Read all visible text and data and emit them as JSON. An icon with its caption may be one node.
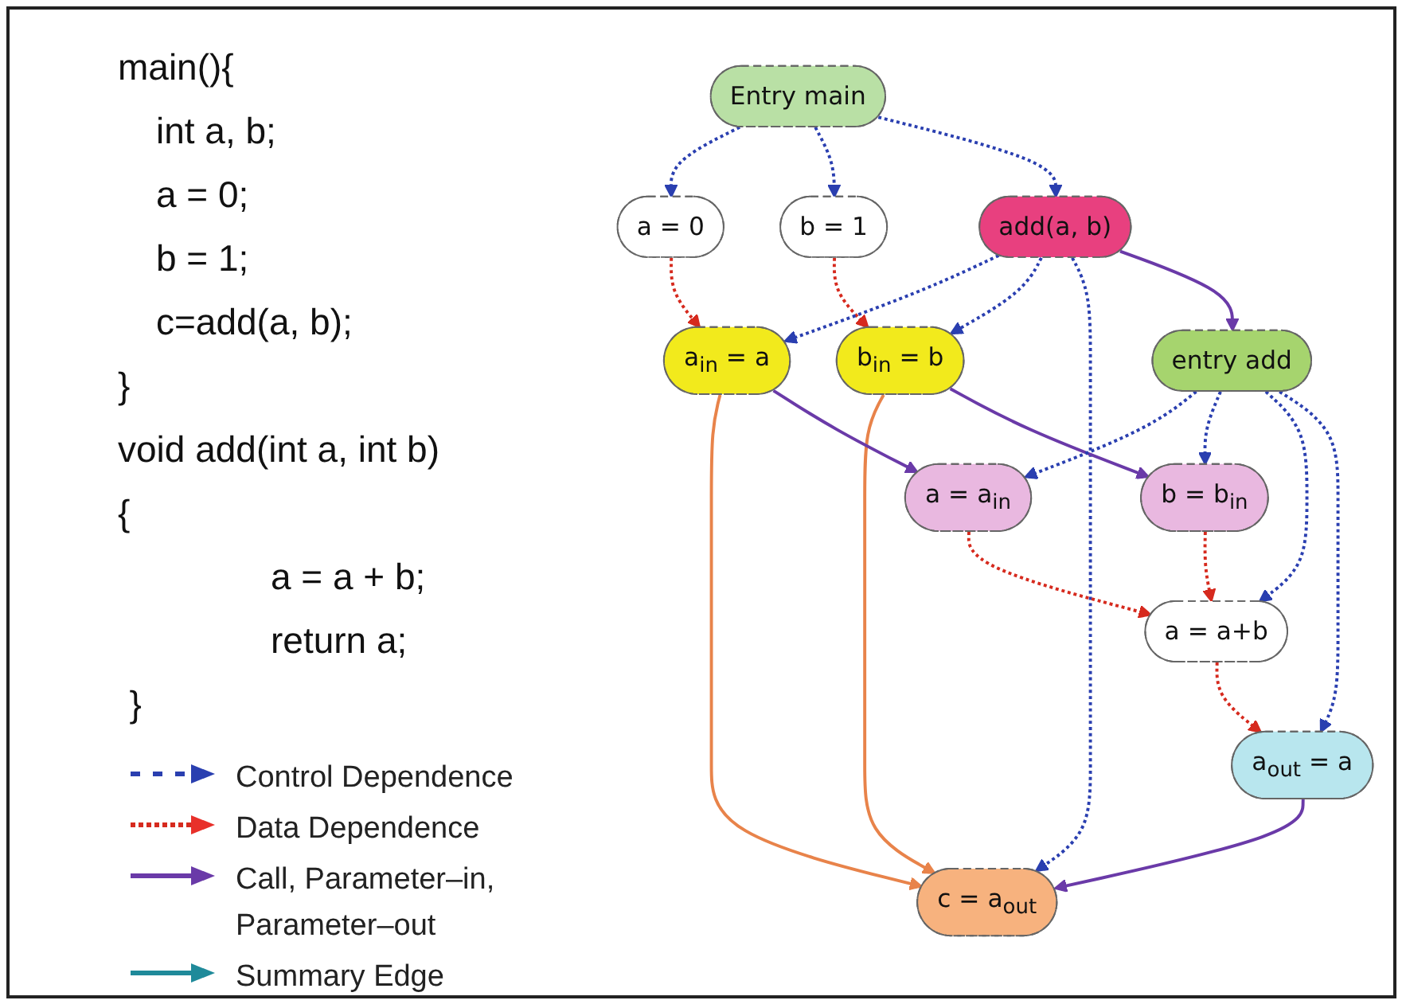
{
  "diagram": {
    "nodes": [
      {
        "text": [
          "Entry main"
        ]
      },
      {
        "text": [
          "a = 0"
        ]
      },
      {
        "text": [
          "b = 1"
        ]
      },
      {
        "text": [
          "add(a, b)"
        ]
      },
      {
        "text": [
          "a$_{in}$ = a"
        ]
      },
      {
        "text": [
          "b$_{in}$ = b"
        ]
      },
      {
        "text": [
          "c = a$_{out}$"
        ]
      },
      {
        "text": [
          "entry add"
        ]
      },
      {
        "text": [
          "a = a$_{in}$"
        ]
      },
      {
        "text": [
          "b = b$_{in}$"
        ]
      },
      {
        "text": [
          "a$_{out}$ = a"
        ]
      },
      {
        "text": [
          "a = a+b"
        ]
      }
    ],
    "edges": [
      {
        "from": 0,
        "to": 1,
        "arrow": "to",
        "style": "dashed"
      },
      {
        "from": 0,
        "to": 2,
        "arrow": "to",
        "style": "dashed"
      },
      {
        "from": 0,
        "to": 3,
        "arrow": "to",
        "style": "dashed"
      },
      {
        "from": 1,
        "to": 4,
        "arrow": "to",
        "style": "dashed",
        "color": "#d62a1e"
      },
      {
        "from": 2,
        "to": 5,
        "arrow": "to",
        "style": "dashed",
        "color": "#d62a1e"
      },
      {
        "from": 3,
        "to": 4,
        "arrow": "to",
        "style": "dashed"
      },
      {
        "from": 3,
        "to": 5,
        "arrow": "to",
        "style": "dashed"
      },
      {
        "from": 3,
        "to": 6,
        "arrow": "to",
        "style": "dashed"
      },
      {
        "from": 3,
        "to": 7,
        "arrow": "to",
        "color": "#6a3aa8"
      },
      {
        "from": 4,
        "to": 6,
        "arrow": "to",
        "color": "#e8834a"
      },
      {
        "from": 5,
        "to": 6,
        "arrow": "to",
        "color": "#e8834a"
      },
      {
        "from": 4,
        "to": 8,
        "arrow": "to",
        "color": "#6a3aa8"
      },
      {
        "from": 5,
        "to": 9,
        "arrow": "to",
        "color": "#6a3aa8"
      },
      {
        "from": 10,
        "to": 6,
        "arrow": "to",
        "color": "#6a3aa8"
      },
      {
        "from": 7,
        "to": 8,
        "arrow": "to",
        "style": "dashed"
      },
      {
        "from": 7,
        "to": 9,
        "arrow": "to",
        "style": "dashed"
      },
      {
        "from": 7,
        "to": 11,
        "arrow": "to",
        "style": "dashed"
      },
      {
        "from": 7,
        "to": 10,
        "arrow": "to",
        "style": "dashed"
      },
      {
        "from": 8,
        "to": 11,
        "arrow": "to",
        "style": "dashed",
        "color": "#d62a1e"
      },
      {
        "from": 9,
        "to": 11,
        "arrow": "to",
        "style": "dashed",
        "color": "#d62a1e"
      },
      {
        "from": 11,
        "to": 10,
        "arrow": "to",
        "style": "dashed",
        "color": "#d62a1e"
      }
    ],
    "labels": [
      "main(){",
      "int a, b;",
      "a = 0;",
      "b = 1;",
      "c=add(a, b);",
      "}",
      "void add(int a, int b)",
      "{",
      "a = a + b;",
      "return a;",
      "}"
    ],
    "legend": [
      {
        "text": "Control Dependence"
      },
      {
        "text": "Data Dependence"
      },
      {
        "text": "Call, Parameter–in, Parameter–out"
      },
      {
        "text": "Summary Edge"
      }
    ]
  }
}
